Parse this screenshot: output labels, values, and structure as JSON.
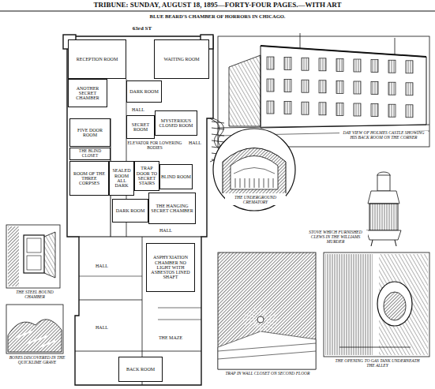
{
  "diagram": {
    "title": "BLUE BEARD'S CHAMBER OF HORRORS IN CHICAGO.",
    "nodes": [
      {
        "text": [
          "RECEPTION ROOM"
        ]
      },
      {
        "text": [
          "WAITING ROOM"
        ]
      },
      {
        "text": [
          "ANOTHER SECRET CHAMBER"
        ]
      },
      {
        "text": [
          "DARK ROOM"
        ]
      },
      {
        "text": [
          "HALL"
        ]
      },
      {
        "text": [
          "FIVE DOOR ROOM"
        ]
      },
      {
        "text": [
          "SECRET ROOM"
        ]
      },
      {
        "text": [
          "MYSTERIOUS CLOSED ROOM"
        ]
      },
      {
        "text": [
          "HALL"
        ]
      },
      {
        "text": [
          "ELEVATOR FOR LOWERING BODIES"
        ]
      },
      {
        "text": [
          "THE BLIND CLOSET"
        ]
      },
      {
        "text": [
          "ROOM OF THE THREE CORPSES"
        ]
      },
      {
        "text": [
          "SEALED ROOM ALL DARK"
        ]
      },
      {
        "text": [
          "TRAP DOOR TO SECRET STAIRS"
        ]
      },
      {
        "text": [
          "BLIND ROOM"
        ]
      },
      {
        "text": [
          "DARK ROOM"
        ]
      },
      {
        "text": [
          "THE HANGING SECRET CHAMBER"
        ]
      },
      {
        "text": [
          "HALL"
        ]
      },
      {
        "text": [
          "ASPHYXIATION CHAMBER NO LIGHT WITH ASBESTOS LINED SHAFT"
        ]
      },
      {
        "text": [
          "HALL"
        ]
      },
      {
        "text": [
          "HALL"
        ]
      },
      {
        "text": [
          "THE MAZE"
        ]
      },
      {
        "text": [
          "BACK ROOM"
        ]
      }
    ],
    "labels": [
      "TRIBUNE: SUNDAY, AUGUST 18, 1895—FORTY-FOUR PAGES.—WITH ART",
      "63rd ST",
      "DAY VIEW OF HOLMES CASTLE SHOWING HIS BACK ROOM ON THE CORNER",
      "THE UNDERGROUND CREMATORY",
      "STOVE WHICH FURNISHED CLEWS IN THE WILLIAMS MURDER",
      "THE STEEL BOUND CHAMBER",
      "BONES DISCOVERED IN THE QUICKLIME GRAVE",
      "TRAP IN WALL CLOSET ON SECOND FLOOR",
      "THE OPENING TO GAS TANK UNDERNEATH THE ALLEY"
    ]
  }
}
